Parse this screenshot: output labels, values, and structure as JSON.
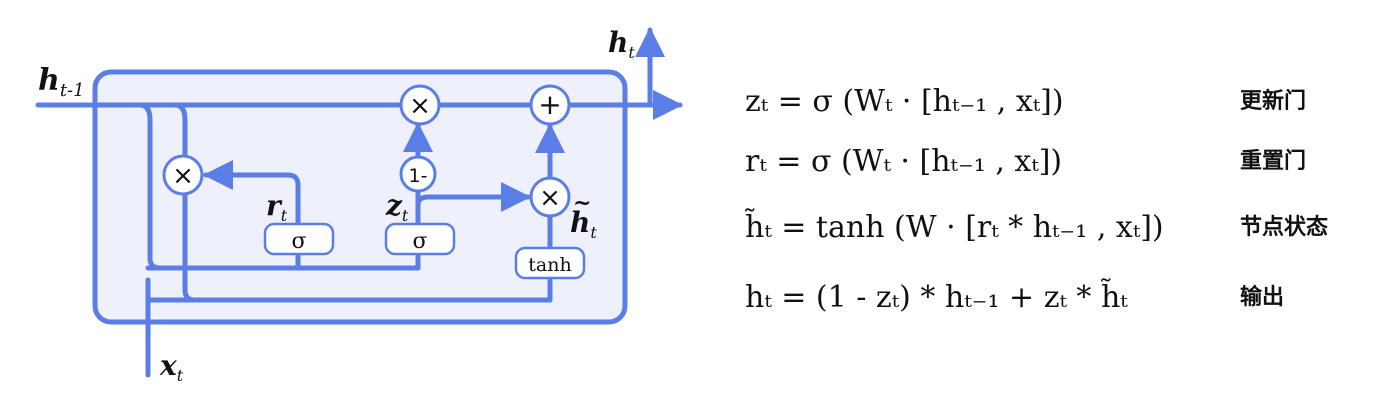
{
  "diagram": {
    "inputs": {
      "h_prev": "h",
      "h_prev_sub": "t-1",
      "x": "x",
      "x_sub": "t"
    },
    "output": {
      "h": "h",
      "h_sub": "t"
    },
    "labels": {
      "r": "r",
      "r_sub": "t",
      "z": "z",
      "z_sub": "t",
      "htilde": "h",
      "htilde_sub": "t"
    },
    "ops": {
      "mult": "×",
      "plus": "+",
      "one_minus": "1-"
    },
    "gates": {
      "sigma_r": "σ",
      "sigma_z": "σ",
      "tanh": "tanh"
    },
    "colors": {
      "line": "#5b7ee6",
      "cell_fill": "#eef1fb",
      "cell_stroke": "#5b7ee6"
    }
  },
  "equations": [
    {
      "text": "zₜ = σ (Wₜ · [hₜ₋₁ , xₜ])",
      "label": "更新门"
    },
    {
      "text": "rₜ = σ (Wₜ · [hₜ₋₁ , xₜ])",
      "label": "重置门"
    },
    {
      "text": "h̃ₜ = tanh (W · [rₜ * hₜ₋₁ , xₜ])",
      "label": "节点状态"
    },
    {
      "text": "hₜ = (1 - zₜ) * hₜ₋₁ + zₜ * h̃ₜ",
      "label": "输出"
    }
  ]
}
